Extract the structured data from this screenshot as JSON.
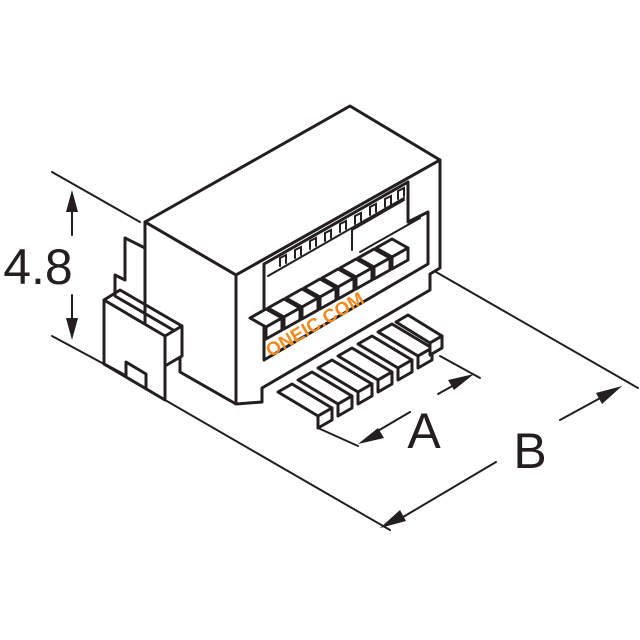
{
  "dimensions": {
    "height_label": "4.8",
    "a_label": "A",
    "b_label": "B"
  },
  "watermark": {
    "text": "ONEIC.COM"
  },
  "colors": {
    "line": "#231f20",
    "watermark": "#f28a1e",
    "background": "#ffffff"
  }
}
